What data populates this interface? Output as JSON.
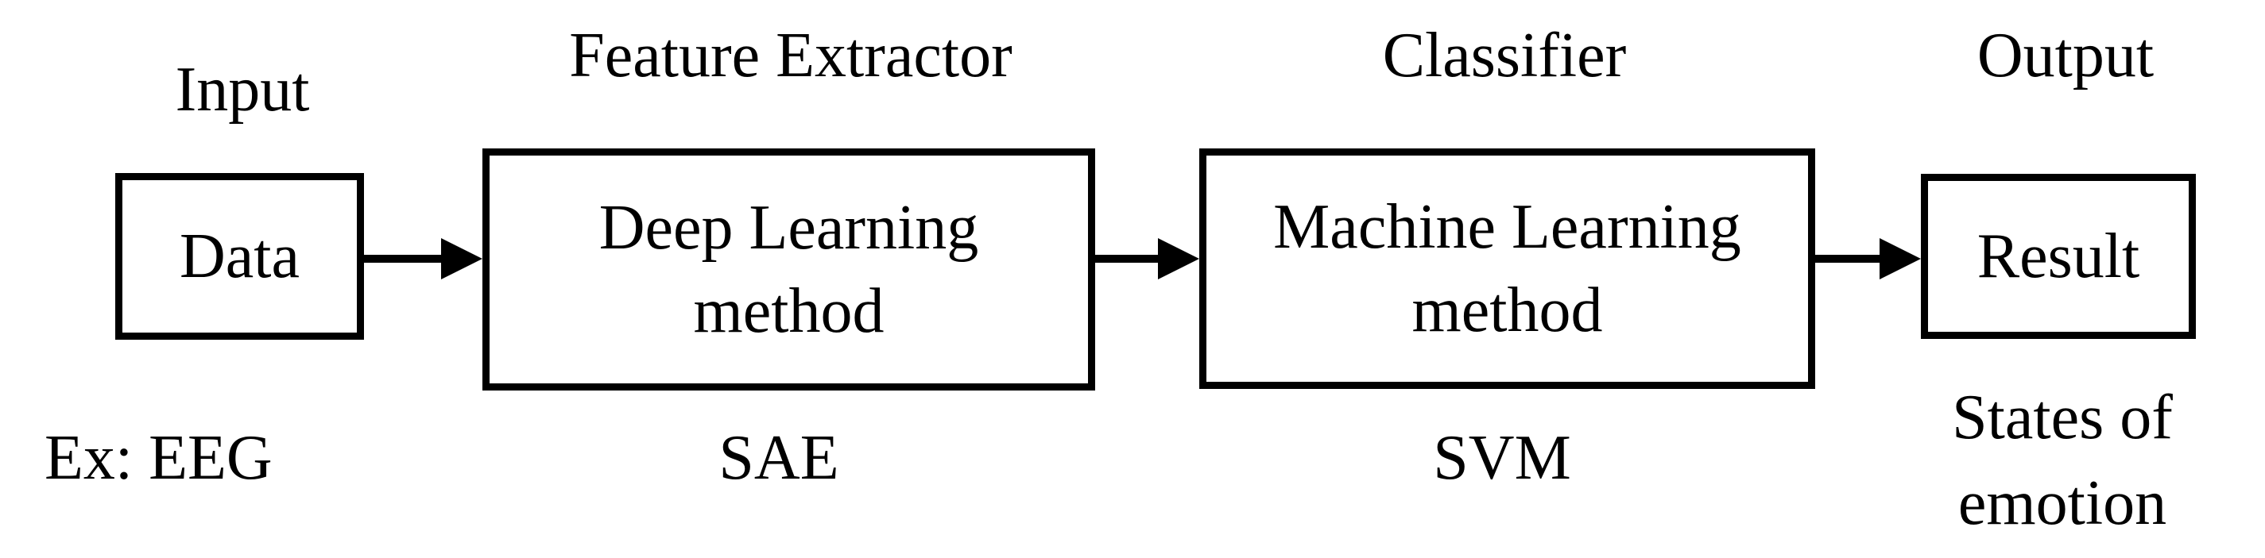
{
  "figure": {
    "type": "flow-diagram",
    "description": "Emotion recognition pipeline block diagram",
    "colors": {
      "stroke": "#000000",
      "text": "#000000",
      "background": "#ffffff"
    },
    "stages": [
      {
        "id": "input",
        "top_label": "Input",
        "box_lines": [
          "Data"
        ],
        "note_lines": [
          "Ex: EEG"
        ]
      },
      {
        "id": "feature-extractor",
        "top_label": "Feature Extractor",
        "box_lines": [
          "Deep Learning",
          "method"
        ],
        "note_lines": [
          "SAE"
        ]
      },
      {
        "id": "classifier",
        "top_label": "Classifier",
        "box_lines": [
          "Machine Learning",
          "method"
        ],
        "note_lines": [
          "SVM"
        ]
      },
      {
        "id": "output",
        "top_label": "Output",
        "box_lines": [
          "Result"
        ],
        "note_lines": [
          "States of",
          "emotion"
        ]
      }
    ],
    "connections": [
      {
        "from": "Data",
        "to": "Deep Learning method"
      },
      {
        "from": "Deep Learning method",
        "to": "Machine Learning method"
      },
      {
        "from": "Machine Learning method",
        "to": "Result"
      }
    ]
  }
}
